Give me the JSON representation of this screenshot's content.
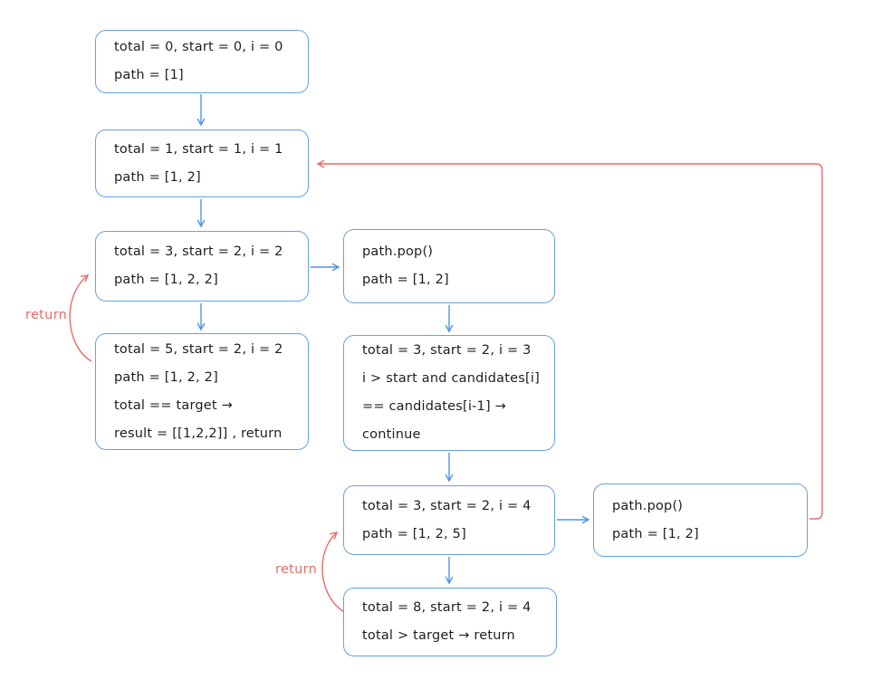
{
  "colors": {
    "stroke": "#65a2e2",
    "blue": "#4d94e8",
    "red": "#ea6a66",
    "text": "#1e1e1e",
    "bg": "#ffffff"
  },
  "boxes": [
    {
      "lines": [
        "total = 0, start = 0, i = 0",
        "path = [1]"
      ]
    },
    {
      "lines": [
        "total = 1, start = 1, i = 1",
        "path = [1, 2]"
      ]
    },
    {
      "lines": [
        "total = 3, start = 2, i = 2",
        "path = [1, 2, 2]"
      ]
    },
    {
      "lines": [
        "path.pop()",
        "path = [1, 2]"
      ]
    },
    {
      "lines": [
        "total = 5, start = 2, i = 2",
        "path = [1, 2, 2]",
        "total == target →",
        "result = [[1,2,2]] , return"
      ]
    },
    {
      "lines": [
        "total = 3, start = 2, i = 3",
        "i > start and candidates[i]",
        "== candidates[i-1] →",
        "continue"
      ]
    },
    {
      "lines": [
        "total = 3, start = 2, i = 4",
        "path = [1, 2, 5]"
      ]
    },
    {
      "lines": [
        "path.pop()",
        "path = [1, 2]"
      ]
    },
    {
      "lines": [
        "total = 8, start = 2, i = 4",
        "total > target → return"
      ]
    }
  ],
  "labels": {
    "return_left": "return",
    "return_right": "return"
  }
}
